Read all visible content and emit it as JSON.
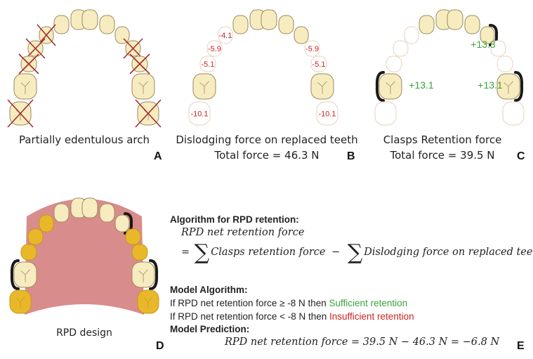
{
  "panels": {
    "A": {
      "letter": "A",
      "caption": "Partially edentulous arch"
    },
    "B": {
      "letter": "B",
      "caption": "Dislodging force on replaced teeth",
      "total": "Total force = 46.3 N",
      "forces": [
        "-4.1",
        "-5.9",
        "-5.1",
        "-10.1",
        "-5.9",
        "-5.1",
        "-10.1"
      ]
    },
    "C": {
      "letter": "C",
      "caption": "Clasps Retention force",
      "total": "Total force = 39.5 N",
      "forces": [
        "+13.3",
        "+13.1",
        "+13.1"
      ]
    },
    "D": {
      "letter": "D",
      "caption": "RPD design"
    },
    "E": {
      "letter": "E"
    }
  },
  "algorithm": {
    "title": "Algorithm for RPD retention:",
    "lhs": "RPD net retention force",
    "eq": "=",
    "term1": "Clasps retention force",
    "minus": "−",
    "term2": "Dislodging force on replaced teeth",
    "sigma": "∑",
    "model_title": "Model Algorithm:",
    "rule1_prefix": "If RPD net retention force ≥ -8 N then",
    "rule1_result": "Sufficient retention",
    "rule2_prefix": "If RPD net retention force  < -8 N then",
    "rule2_result": "Insufficient retention",
    "prediction_title": "Model Prediction:",
    "prediction": "RPD net retention force = 39.5 N − 46.3 N  = −6.8 N"
  },
  "colors": {
    "tooth": "#f7ecc0",
    "tooth_outline": "#9c8a5c",
    "missing_tooth_outline": "#e6d2bf",
    "cross": "#a32c2c",
    "replaced_tooth": "#e8b82a",
    "palate": "#d98c8c",
    "clasp": "#1a1a1a",
    "force_negative": "#cc2222",
    "force_positive": "#3aa33a"
  }
}
